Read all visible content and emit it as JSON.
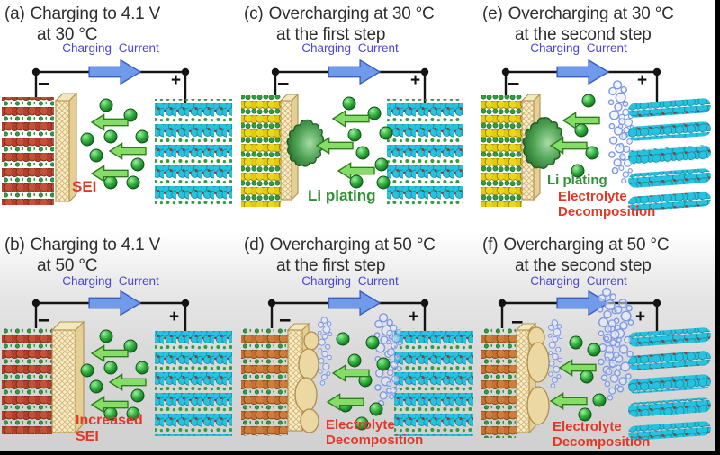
{
  "figure": {
    "current_label": "Charging Current",
    "terminals": {
      "minus": "−",
      "plus": "+"
    },
    "panels": [
      {
        "tag": "(a)",
        "line1": "Charging to 4.1 V",
        "line2": "at 30 °C",
        "annotation": "SEI"
      },
      {
        "tag": "(b)",
        "line1": "Charging to 4.1 V",
        "line2": "at 50 °C",
        "annotation": "Increased SEI"
      },
      {
        "tag": "(c)",
        "line1": "Overcharging at 30 °C",
        "line2": "at the first step",
        "annotation": "Li plating"
      },
      {
        "tag": "(d)",
        "line1": "Overcharging at 50 °C",
        "line2": "at the first step",
        "annotation": "Electrolyte Decomposition"
      },
      {
        "tag": "(e)",
        "line1": "Overcharging at 30 °C",
        "line2": "at the second step",
        "annotation": "Li plating",
        "annotation2": "Electrolyte Decomposition"
      },
      {
        "tag": "(f)",
        "line1": "Overcharging at 50 °C",
        "line2": "at the second step",
        "annotation": "Electrolyte Decomposition"
      }
    ],
    "colors": {
      "title_text": "#2e2e2e",
      "current_label_blue": "#4a46d8",
      "charging_arrow_blue": "#6f9bea",
      "ion_green": "#2fae3c",
      "flow_arrow_green": "#85dc66",
      "annotation_red": "#e43826",
      "annotation_green": "#2d9232",
      "anode_red": "#b2402c",
      "anode_yellow": "#e2ca10",
      "anode_orange": "#c4702f",
      "cathode_cyan": "#27c2df",
      "sei_cream": "#f7eecd",
      "bubble_blue": "#8098e6",
      "deposit_tan": "#ecd8a2"
    }
  }
}
